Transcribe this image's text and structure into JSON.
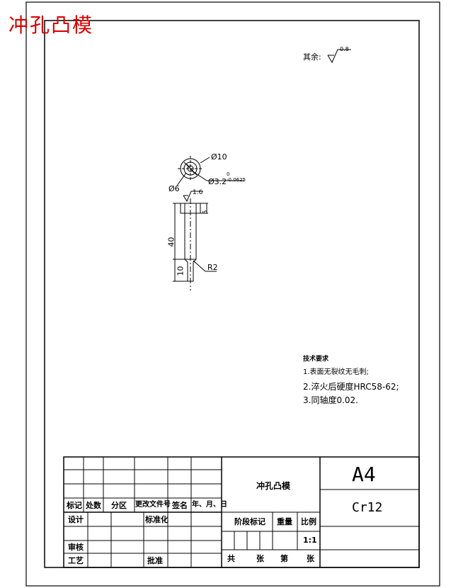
{
  "drawing": {
    "part_name_red": "冲孔凸模",
    "roughness": {
      "prefix": "其余:",
      "value": "0.8"
    },
    "dims": {
      "outer_dia": "Ø10",
      "hole_dia": "Ø3.2",
      "hole_tol_upper": "0",
      "hole_tol_lower": "-0.0625",
      "inner_dia": "Ø6",
      "head_roughness": "1.6",
      "head_height": "5",
      "length": "40",
      "tip_length": "10",
      "radius": "R2"
    },
    "notes": {
      "title": "技术要求",
      "items": [
        "1.表面无裂纹无毛刺;",
        "2.淬火后硬度HRC58-62;",
        "3.同轴度0.02."
      ]
    }
  },
  "title_block": {
    "header": [
      "标记",
      "处数",
      "分区",
      "更改文件号",
      "签名",
      "年、月、日"
    ],
    "row_design": [
      "设计",
      "",
      "",
      "标准化",
      "",
      ""
    ],
    "row_check": "审核",
    "row_process": "工艺",
    "approve": "批准",
    "part_name": "冲孔凸模",
    "sheet_size": "A4",
    "material": "Cr12",
    "stage_mark": "阶段标记",
    "weight": "重量",
    "scale_label": "比例",
    "scale_value": "1:1",
    "sheet_info": {
      "total": "共",
      "sheets1": "张",
      "nth": "第",
      "sheets2": "张"
    }
  }
}
